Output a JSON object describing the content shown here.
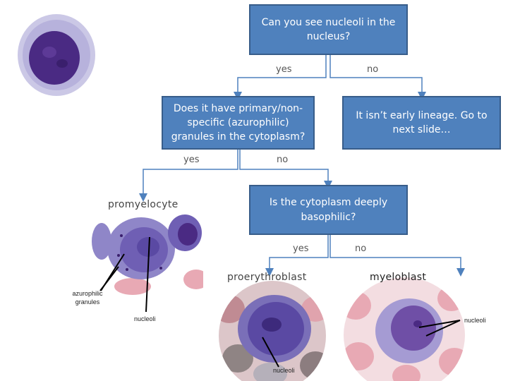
{
  "nodes": {
    "q1": "Can you see nucleoli in the nucleus?",
    "q2": "Does it have primary/non-specific (azurophilic) granules in the cytoplasm?",
    "not_early": "It isn’t early lineage. Go to next slide…",
    "q3": "Is the cytoplasm deeply basophilic?"
  },
  "edges": {
    "q1_yes": "yes",
    "q1_no": "no",
    "q2_yes": "yes",
    "q2_no": "no",
    "q3_yes": "yes",
    "q3_no": "no"
  },
  "cells": {
    "promyelocyte": "promyelocyte",
    "proerythroblast": "proerythroblast",
    "myeloblast": "myeloblast"
  },
  "annotations": {
    "azurophilic_granules": "azurophilic granules",
    "nucleoli_promyelocyte": "nucleoli",
    "nucleoli_proerythroblast": "nucleoli",
    "nucleoli_myeloblast": "nucleoli"
  },
  "colors": {
    "box_fill": "#4f81bd",
    "box_border": "#385d8a",
    "connector": "#4f81bd",
    "cytoplasm": "#8f86c8",
    "nucleus": "#4a2a83",
    "rbc": "#e8a9b4"
  }
}
